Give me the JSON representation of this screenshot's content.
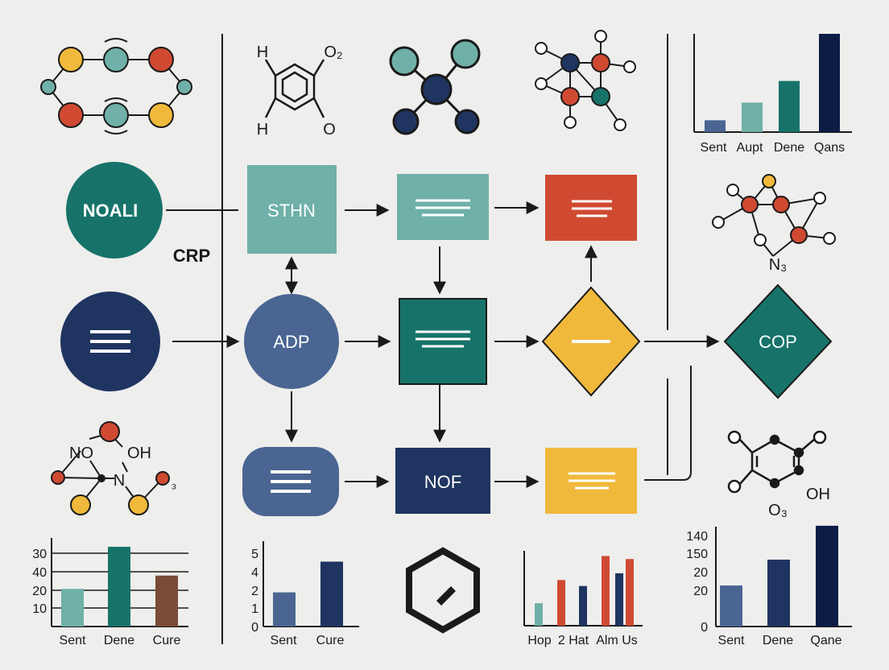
{
  "colors": {
    "background": "#eeeeed",
    "teal_dark": "#17736a",
    "teal_light": "#6fb0a8",
    "navy": "#1f3460",
    "navy_mid": "#4a6592",
    "red": "#d04a32",
    "yellow": "#f0b93b",
    "line": "#1a1a1a"
  },
  "nodes": {
    "noali": "NOALI",
    "crp": "CRP",
    "sthn": "STHN",
    "adp": "ADP",
    "nof": "NOF",
    "cop": "COP"
  },
  "molecules": {
    "benzene_h_top": "H",
    "benzene_o2": "O₂",
    "benzene_h_bottom": "H",
    "benzene_o": "O",
    "n3": "N₃",
    "no": "NO",
    "oh_left": "OH",
    "n_left": "N",
    "sub3": "₃",
    "oh_right": "OH",
    "o3_right": "O₃"
  },
  "charts": {
    "top_right": {
      "type": "bar",
      "categories": [
        "Sent",
        "Aupt",
        "Dene",
        "Qans"
      ],
      "colors": [
        "#4a6592",
        "#6fb0a8",
        "#17736a",
        "#0d1c45"
      ],
      "values": [
        12,
        30,
        52,
        100
      ],
      "ylim": [
        0,
        100
      ]
    },
    "bottom_left": {
      "type": "bar",
      "categories": [
        "Sent",
        "Dene",
        "Cure"
      ],
      "colors": [
        "#6fb0a8",
        "#17736a",
        "#7a4b38"
      ],
      "values": [
        17,
        36,
        23
      ],
      "yticks": [
        "30",
        "40",
        "20",
        "10"
      ],
      "ylim": [
        0,
        40
      ]
    },
    "bottom_mid": {
      "type": "bar",
      "categories": [
        "Sent",
        "Cure"
      ],
      "colors": [
        "#4a6592",
        "#1f3460"
      ],
      "values": [
        2,
        3.8
      ],
      "yticks": [
        "5",
        "4",
        "2",
        "1",
        "0"
      ],
      "ylim": [
        0,
        5
      ]
    },
    "bottom_small": {
      "type": "bar",
      "categories": [
        "Hop",
        "2 Hat",
        "Alm Us"
      ],
      "colors": [
        "#6fb0a8",
        "#d04a32",
        "#1f3460",
        "#d04a32",
        "#1f3460",
        "#d04a32"
      ],
      "values": [
        30,
        61,
        53,
        93,
        70,
        89
      ],
      "ylim": [
        0,
        100
      ]
    },
    "bottom_right": {
      "type": "bar",
      "categories": [
        "Sent",
        "Dene",
        "Qane"
      ],
      "colors": [
        "#4a6592",
        "#1f3460",
        "#0d1c45"
      ],
      "values": [
        46,
        75,
        113
      ],
      "yticks": [
        "140",
        "150",
        "20",
        "20",
        "0"
      ],
      "ylim": [
        0,
        112
      ]
    }
  }
}
